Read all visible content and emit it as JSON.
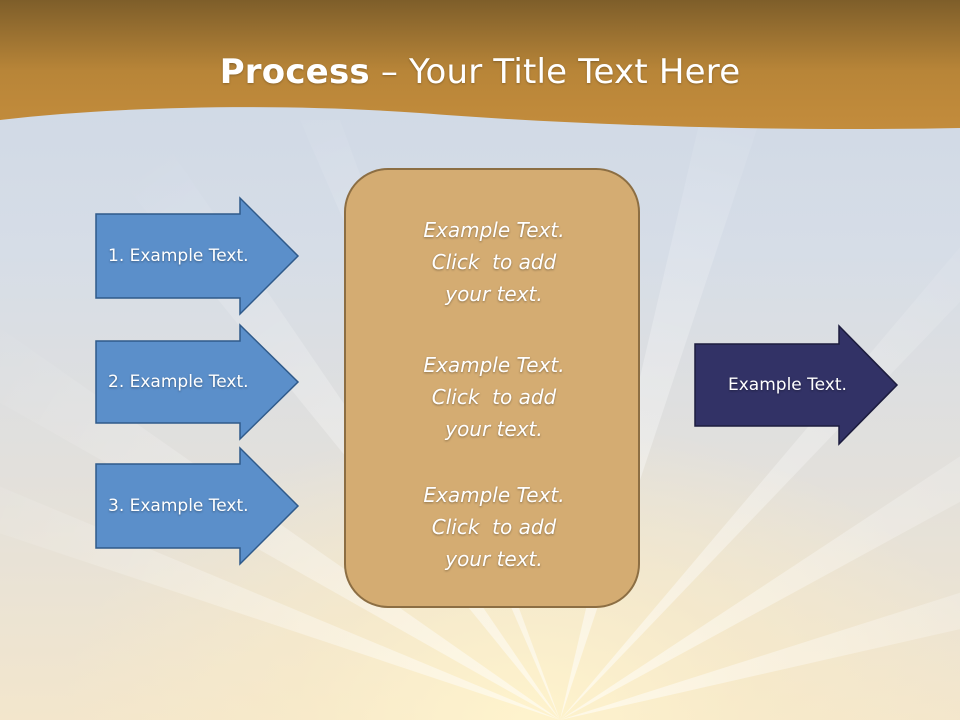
{
  "slide": {
    "title_bold": "Process",
    "title_rest": " – Your Title Text Here",
    "left_arrows": [
      {
        "label": "1. Example Text."
      },
      {
        "label": "2. Example Text."
      },
      {
        "label": "3. Example Text."
      }
    ],
    "center_box": {
      "blocks": [
        {
          "line1": "Example Text.",
          "line2": "Click  to add",
          "line3": "your text."
        },
        {
          "line1": "Example Text.",
          "line2": "Click  to add",
          "line3": "your text."
        },
        {
          "line1": "Example Text.",
          "line2": "Click  to add",
          "line3": "your text."
        }
      ]
    },
    "right_arrow": {
      "label": "Example Text."
    }
  },
  "colors": {
    "header_gold": "#b9853a",
    "left_arrow_fill": "#5b8fca",
    "left_arrow_stroke": "#2f5a8a",
    "center_box_fill": "#d4ac72",
    "right_arrow_fill": "#323266"
  }
}
